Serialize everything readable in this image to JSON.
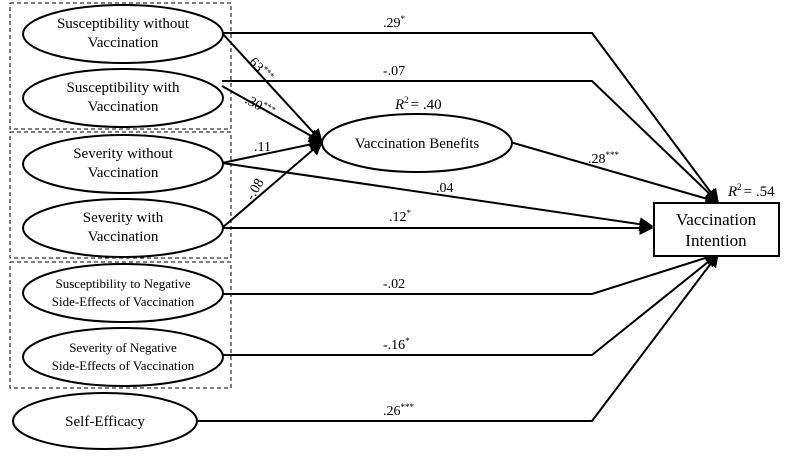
{
  "nodes": {
    "susceptibility_without": {
      "line1": "Susceptibility without",
      "line2": "Vaccination"
    },
    "susceptibility_with": {
      "line1": "Susceptibility with",
      "line2": "Vaccination"
    },
    "severity_without": {
      "line1": "Severity without",
      "line2": "Vaccination"
    },
    "severity_with": {
      "line1": "Severity with",
      "line2": "Vaccination"
    },
    "side_effect_susceptibility": {
      "line1": "Susceptibility to Negative",
      "line2": "Side-Effects of Vaccination"
    },
    "side_effect_severity": {
      "line1": "Severity of Negative",
      "line2": "Side-Effects of Vaccination"
    },
    "self_efficacy": {
      "label": "Self-Efficacy"
    },
    "vaccination_benefits": {
      "label": "Vaccination Benefits",
      "r2_symbol": "R",
      "r2_value": "= .40"
    },
    "vaccination_intention": {
      "line1": "Vaccination",
      "line2": "Intention",
      "r2_symbol": "R",
      "r2_value": "= .54"
    }
  },
  "paths": {
    "susc_without_to_intention": {
      "coef": ".29",
      "stars": "*"
    },
    "susc_with_to_intention": {
      "coef": "-.07",
      "stars": ""
    },
    "susc_without_to_benefits": {
      "coef": ".63",
      "stars": "***"
    },
    "susc_with_to_benefits": {
      "coef": "-.30",
      "stars": "***"
    },
    "sev_without_to_benefits": {
      "coef": ".11",
      "stars": ""
    },
    "sev_with_to_benefits": {
      "coef": "-.08",
      "stars": ""
    },
    "benefits_to_intention": {
      "coef": ".28",
      "stars": "***"
    },
    "sev_without_to_intention": {
      "coef": ".04",
      "stars": ""
    },
    "sev_with_to_intention": {
      "coef": ".12",
      "stars": "*"
    },
    "side_susc_to_intention": {
      "coef": "-.02",
      "stars": ""
    },
    "side_sev_to_intention": {
      "coef": "-.16",
      "stars": "*"
    },
    "self_efficacy_to_intention": {
      "coef": ".26",
      "stars": "***"
    }
  }
}
